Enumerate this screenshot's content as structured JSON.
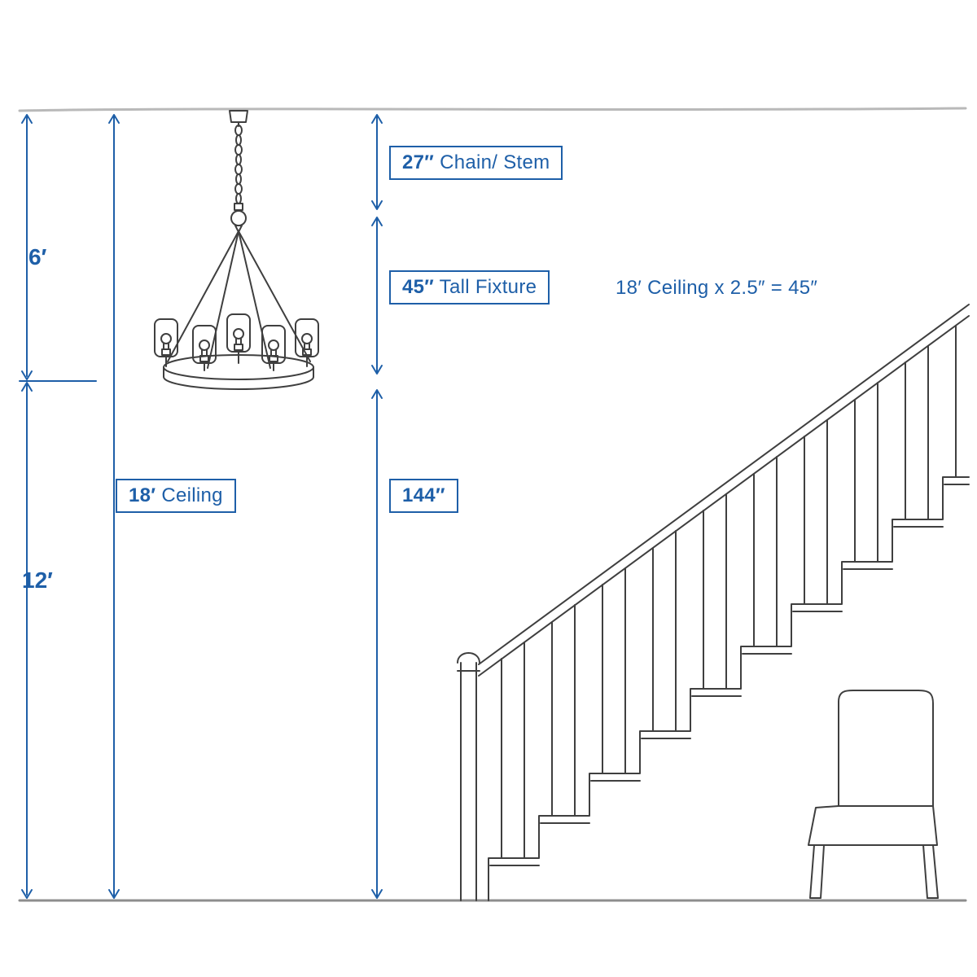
{
  "colors": {
    "accent": "#1E5FA8",
    "sketch": "#3F3F3F"
  },
  "labels": {
    "six_feet": "6′",
    "twelve_feet": "12′",
    "chain_stem": {
      "value": "27″",
      "text": "Chain/ Stem"
    },
    "tall_fixture": {
      "value": "45″",
      "text": "Tall Fixture"
    },
    "ceiling": {
      "value": "18′",
      "text": "Ceiling"
    },
    "floor_to_fixture": "144″",
    "formula": "18′ Ceiling x 2.5″ = 45″"
  }
}
